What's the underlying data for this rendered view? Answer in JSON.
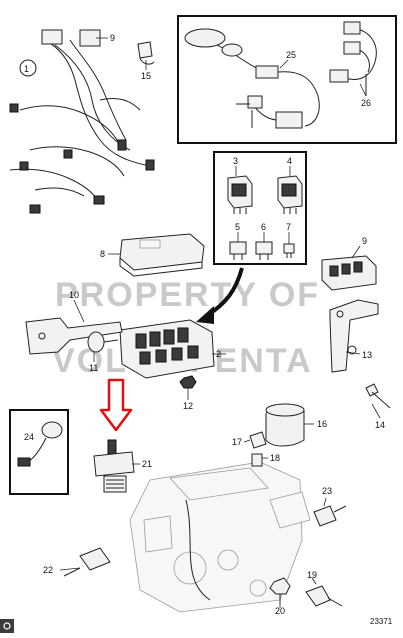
{
  "diagram": {
    "watermark_lines": [
      "PROPERTY OF",
      "VOLVO PENTA"
    ],
    "callouts": [
      {
        "id": "c1",
        "label": "1"
      },
      {
        "id": "c2",
        "label": "2"
      },
      {
        "id": "c3",
        "label": "3"
      },
      {
        "id": "c4",
        "label": "4"
      },
      {
        "id": "c5",
        "label": "5"
      },
      {
        "id": "c6",
        "label": "6"
      },
      {
        "id": "c7",
        "label": "7"
      },
      {
        "id": "c8",
        "label": "8"
      },
      {
        "id": "c9a",
        "label": "9"
      },
      {
        "id": "c9b",
        "label": "9"
      },
      {
        "id": "c10",
        "label": "10"
      },
      {
        "id": "c11",
        "label": "11"
      },
      {
        "id": "c12",
        "label": "12"
      },
      {
        "id": "c13",
        "label": "13"
      },
      {
        "id": "c14",
        "label": "14"
      },
      {
        "id": "c15",
        "label": "15"
      },
      {
        "id": "c16",
        "label": "16"
      },
      {
        "id": "c17",
        "label": "17"
      },
      {
        "id": "c18",
        "label": "18"
      },
      {
        "id": "c19",
        "label": "19"
      },
      {
        "id": "c20",
        "label": "20"
      },
      {
        "id": "c21",
        "label": "21"
      },
      {
        "id": "c22",
        "label": "22"
      },
      {
        "id": "c23",
        "label": "23"
      },
      {
        "id": "c24",
        "label": "24"
      },
      {
        "id": "c25",
        "label": "25"
      },
      {
        "id": "c26",
        "label": "26"
      }
    ],
    "drawing_number": "23371",
    "highlight_arrow_color": "#e01010"
  }
}
